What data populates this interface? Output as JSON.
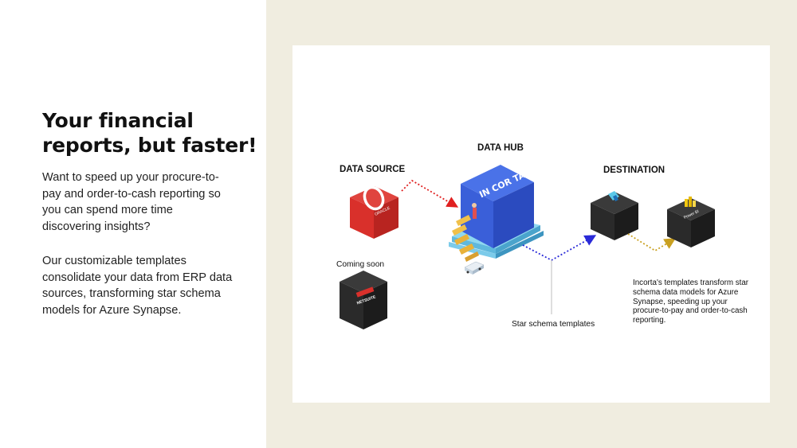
{
  "left": {
    "headline": "Your financial reports, but faster!",
    "paragraph1": "Want to speed up your procure-to-pay and order-to-cash reporting so you can spend more time discovering insights?",
    "paragraph2": "Our customizable templates consolidate your data from ERP data sources, transforming star schema models for Azure Synapse."
  },
  "diagram": {
    "data_source_label": "DATA SOURCE",
    "data_hub_label": "DATA HUB",
    "destination_label": "DESTINATION",
    "coming_soon_label": "Coming soon",
    "star_schema_label": "Star schema templates",
    "description": "Incorta's templates transform star schema data models for Azure Synapse, speeding up your procure-to-pay and order-to-cash reporting.",
    "oracle_logo_text": "ORACLE",
    "netsuite_logo_text": "NETSUITE",
    "incorta_logo_text": "IN COR TA",
    "powerbi_logo_text": "Power BI",
    "colors": {
      "oracle_red": "#d9302b",
      "incorta_blue": "#3a5fd9",
      "dark_cube": "#2a2a2a",
      "arrow_red": "#e02020",
      "arrow_blue": "#2a2ad8",
      "arrow_gold": "#c9a020",
      "background_beige": "#f0ede0"
    }
  }
}
